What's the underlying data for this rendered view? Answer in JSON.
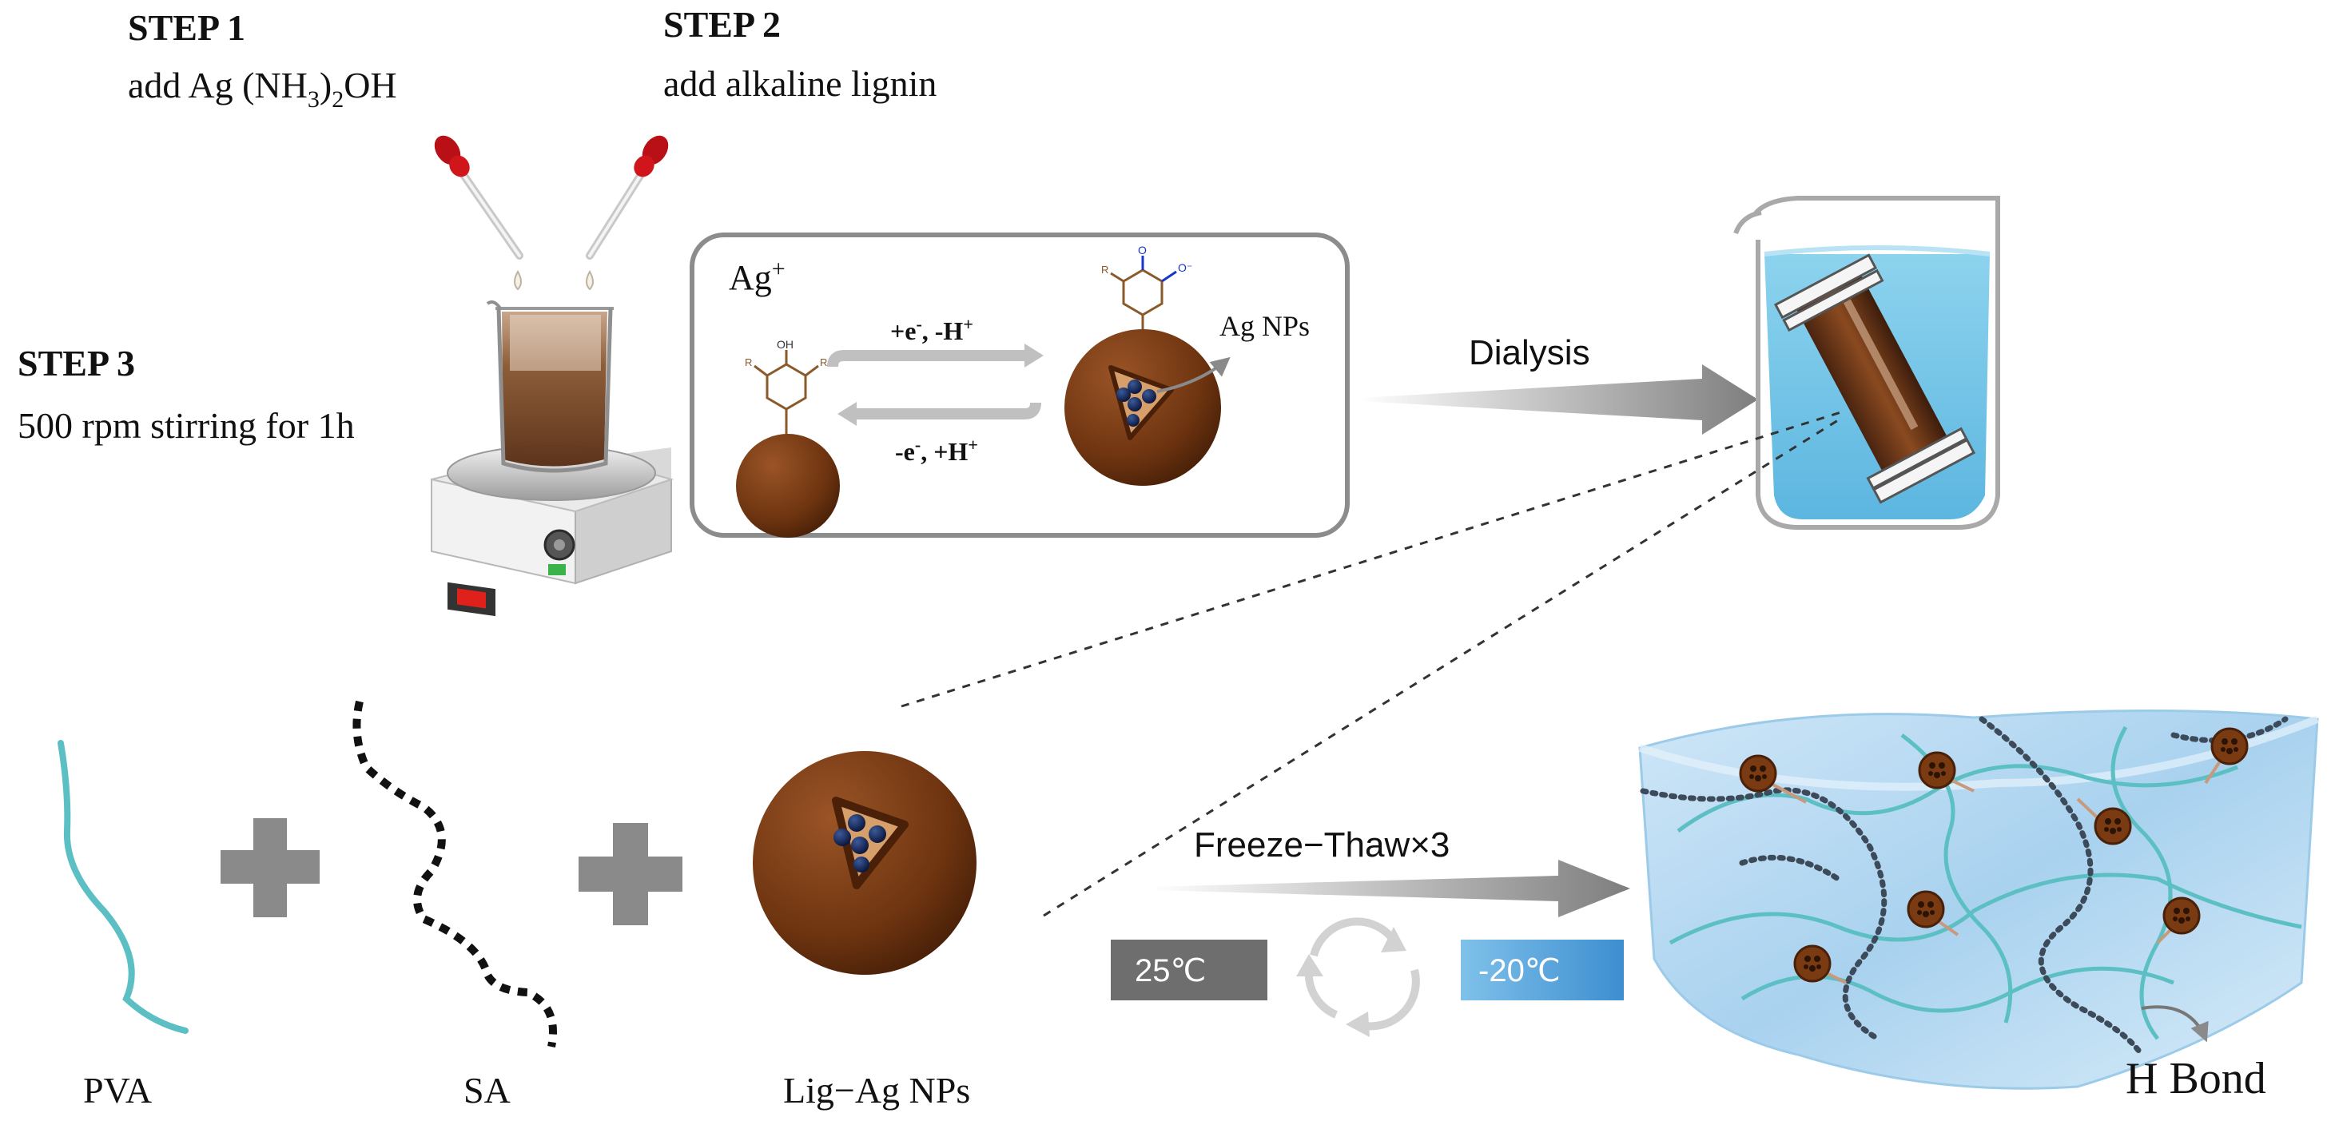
{
  "steps": [
    {
      "title": "STEP 1",
      "text_main": "add  Ag (NH",
      "text_sub1": "3",
      "text_mid": ")",
      "text_sub2": "2",
      "text_end": "OH"
    },
    {
      "title": "STEP 2",
      "text": "add  alkaline lignin"
    },
    {
      "title": "STEP 3",
      "text": "500 rpm stirring for 1h"
    }
  ],
  "reaction": {
    "ion_base": "Ag",
    "ion_charge": "+",
    "forward": {
      "e": "+e",
      "e_sup": "-",
      "sep": ", -",
      "h": "H",
      "h_sup": "+"
    },
    "reverse": {
      "e": "-e",
      "e_sup": "-",
      "sep": ", +",
      "h": "H",
      "h_sup": "+"
    },
    "product_label": "Ag NPs",
    "struct_oh": "OH",
    "struct_r": "R",
    "struct_o": "O",
    "struct_o_minus": "O⁻"
  },
  "dialysis_label": "Dialysis",
  "components": [
    {
      "label": "PVA",
      "color": "#5bbfc4"
    },
    {
      "label": "SA",
      "color": "#111111"
    },
    {
      "label": "Lig−Ag NPs",
      "color": "#7a3b12"
    }
  ],
  "freeze_thaw_label": "Freeze−Thaw×3",
  "temp_warm": "25℃",
  "temp_cold": "-20℃",
  "hbond_label": "H Bond",
  "colors": {
    "lignin_brown": "#7a3b12",
    "gel_blue": "#bfdff4",
    "pva_teal": "#5bbfc4",
    "dropper_red": "#d0161b",
    "arrow_grey": "#8c8c8c"
  }
}
